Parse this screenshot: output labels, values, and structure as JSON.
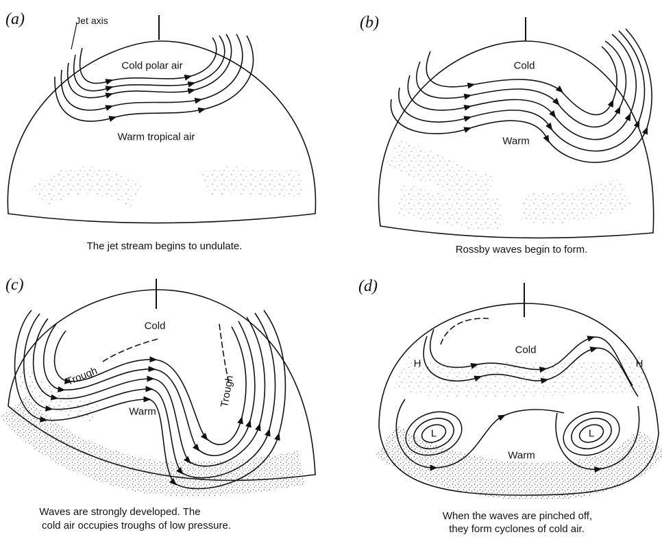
{
  "figure": {
    "panels": [
      {
        "letter": "(a)",
        "caption": "The jet stream begins to undulate.",
        "labels": {
          "jet_axis": "Jet axis",
          "cold": "Cold polar air",
          "warm": "Warm tropical air"
        }
      },
      {
        "letter": "(b)",
        "caption": "Rossby waves begin to form.",
        "labels": {
          "cold": "Cold",
          "warm": "Warm"
        }
      },
      {
        "letter": "(c)",
        "caption_line1": "Waves are strongly developed.  The",
        "caption_line2": "cold air occupies troughs of low pressure.",
        "labels": {
          "cold": "Cold",
          "warm": "Warm",
          "trough_left": "Trough",
          "trough_right": "Trough"
        }
      },
      {
        "letter": "(d)",
        "caption_line1": "When the waves are pinched off,",
        "caption_line2": "they form cyclones of cold air.",
        "labels": {
          "cold": "Cold",
          "warm": "Warm",
          "high_left": "H",
          "high_right": "H",
          "low_left": "L",
          "low_right": "L"
        }
      }
    ]
  }
}
